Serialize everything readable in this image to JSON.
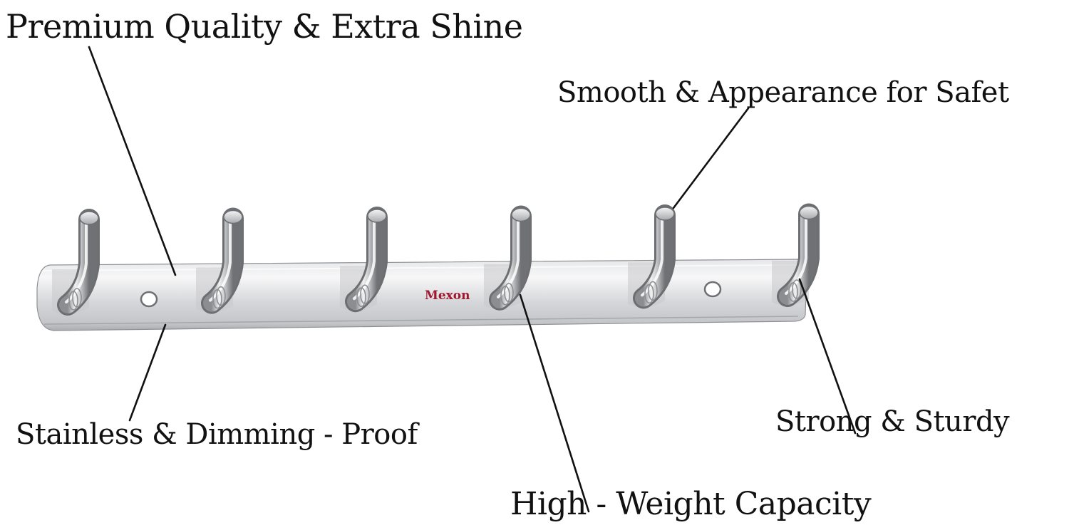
{
  "brand": {
    "name": "Mexon",
    "color": "#a01830"
  },
  "features": {
    "premium_quality": "Premium Quality & Extra Shine",
    "smooth_appearance": "Smooth & Appearance for Safet",
    "stainless_proof": "Stainless & Dimming - Proof",
    "strong_sturdy": "Strong & Sturdy",
    "weight_capacity": "High - Weight Capacity"
  },
  "product": {
    "hook_count": 6,
    "screw_hole_count": 2,
    "finish_color": "#d9dadc",
    "callout_line_color": "#111111"
  }
}
